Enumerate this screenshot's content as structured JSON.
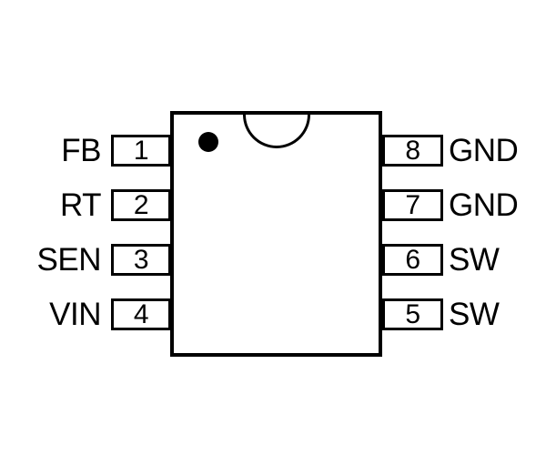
{
  "diagram": {
    "type": "ic-pinout",
    "background_color": "#ffffff",
    "line_color": "#000000",
    "markers": {
      "orientation_notch": "semicircle-top-center",
      "pin1_indicator": "filled-dot-top-left"
    },
    "pins_left": [
      {
        "number": "1",
        "label": "FB"
      },
      {
        "number": "2",
        "label": "RT"
      },
      {
        "number": "3",
        "label": "SEN"
      },
      {
        "number": "4",
        "label": "VIN"
      }
    ],
    "pins_right": [
      {
        "number": "8",
        "label": "GND"
      },
      {
        "number": "7",
        "label": "GND"
      },
      {
        "number": "6",
        "label": "SW"
      },
      {
        "number": "5",
        "label": "SW"
      }
    ]
  }
}
